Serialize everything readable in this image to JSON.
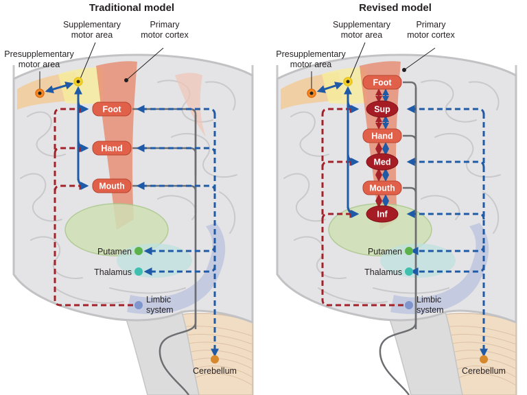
{
  "panels": [
    {
      "id": "traditional",
      "title": "Traditional model",
      "labels": {
        "sma": [
          "Supplementary",
          "motor area"
        ],
        "pmc": [
          "Primary",
          "motor cortex"
        ],
        "presma": [
          "Presupplementary",
          "motor area"
        ],
        "putamen": "Putamen",
        "thalamus": "Thalamus",
        "limbic": [
          "Limbic",
          "system"
        ],
        "cerebellum": "Cerebellum"
      },
      "nodes": [
        {
          "label": "Foot",
          "kind": "body"
        },
        {
          "label": "Hand",
          "kind": "body"
        },
        {
          "label": "Mouth",
          "kind": "body"
        }
      ]
    },
    {
      "id": "revised",
      "title": "Revised model",
      "labels": {
        "sma": [
          "Supplementary",
          "motor area"
        ],
        "pmc": [
          "Primary",
          "motor cortex"
        ],
        "presma": [
          "Presupplementary",
          "motor area"
        ],
        "putamen": "Putamen",
        "thalamus": "Thalamus",
        "limbic": [
          "Limbic",
          "system"
        ],
        "cerebellum": "Cerebellum"
      },
      "nodes": [
        {
          "label": "Foot",
          "kind": "body"
        },
        {
          "label": "Sup",
          "kind": "hub"
        },
        {
          "label": "Hand",
          "kind": "body"
        },
        {
          "label": "Med",
          "kind": "hub"
        },
        {
          "label": "Mouth",
          "kind": "body"
        },
        {
          "label": "Inf",
          "kind": "hub"
        }
      ]
    }
  ],
  "colors": {
    "body_node": "#e0604a",
    "hub_node": "#a51c24",
    "blue_path": "#1f5aa6",
    "red_path": "#a3222a",
    "gray_path": "#6d6e71",
    "presma_dot": "#f08a24",
    "sma_dot": "#f2d12a",
    "putamen_dot": "#5cb24a",
    "thalamus_dot": "#3fbfb0",
    "limbic_dot": "#7f95cc",
    "cerebellum_dot": "#d6882c"
  }
}
